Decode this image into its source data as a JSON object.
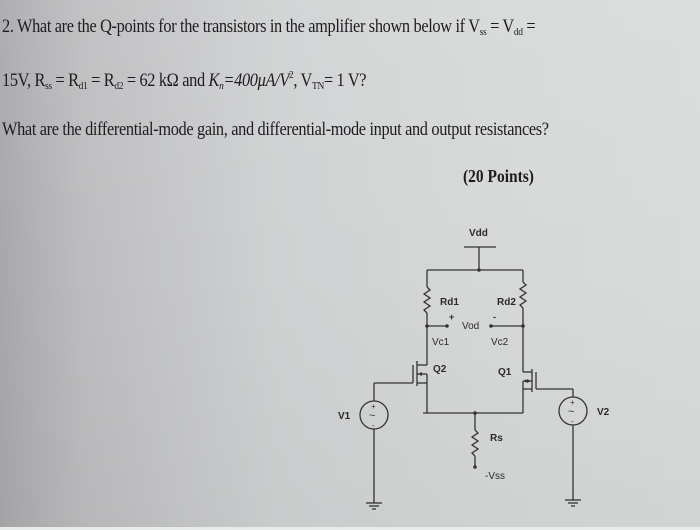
{
  "question": {
    "number": "2.",
    "line1": {
      "text": "What are the Q-points for the transistors in the amplifier shown below if V",
      "vss_sub": "ss",
      "mid": " = V",
      "vdd_sub": "dd",
      "end": " ="
    },
    "line2": {
      "start": "15V, R",
      "rss_sub": "ss",
      "eq1": " = R",
      "rd1_sub": "d1",
      "eq2": " = R",
      "rd2_sub": "d2",
      "value": " = 62 kΩ and ",
      "kn": "K",
      "kn_sub": "n",
      "kn_value": "=400μA/V",
      "kn_sup": "2",
      "vtn_pre": ", V",
      "vtn_sub": "TN",
      "vtn_value": "= 1 V?"
    },
    "line3": "What are the differential-mode gain, and differential-mode input and output resistances?",
    "points": "(20 Points)"
  },
  "circuit": {
    "labels": {
      "vdd": "Vdd",
      "rd1": "Rd1",
      "rd2": "Rd2",
      "plus": "+",
      "minus": "-",
      "vod": "Vod",
      "vc1": "Vc1",
      "vc2": "Vc2",
      "q2": "Q2",
      "q1": "Q1",
      "v1": "V1",
      "v2": "V2",
      "rs": "Rs",
      "vss": "-Vss",
      "src_plus": "+",
      "src_minus": "-",
      "src_wave": "~"
    },
    "colors": {
      "wire": "#333333",
      "text": "#1d1d1f"
    }
  }
}
